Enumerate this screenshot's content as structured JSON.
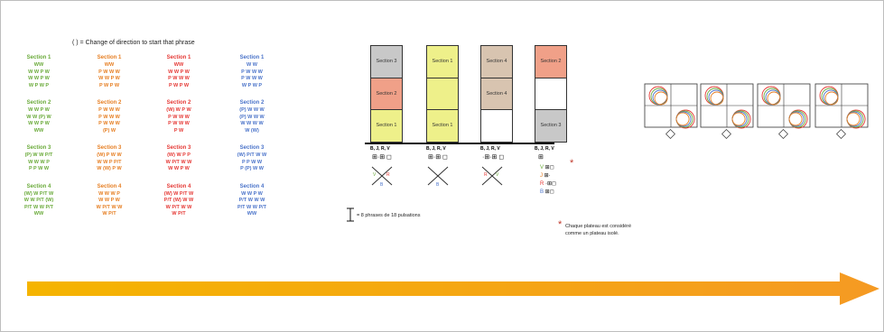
{
  "legend": "( ) = Change of direction to start that phrase",
  "columns": [
    {
      "color": "#6aaa3a",
      "sections": [
        {
          "title": "Section 1",
          "lines": [
            "WW",
            "W W P W",
            "W W P W",
            "W P W P"
          ]
        },
        {
          "title": "Section 2",
          "lines": [
            "W W P W",
            "W W (P) W",
            "W W P W",
            "WW"
          ]
        },
        {
          "title": "Section 3",
          "lines": [
            "(P) W W P/T",
            "W W W P",
            "P P W W"
          ]
        },
        {
          "title": "Section 4",
          "lines": [
            "(W) W P/T W",
            "W W P/T (W)",
            "P/T W W P/T",
            "WW"
          ]
        }
      ]
    },
    {
      "color": "#e67e22",
      "sections": [
        {
          "title": "Section 1",
          "lines": [
            "WW",
            "P W W W",
            "W W P W",
            "P W P W"
          ]
        },
        {
          "title": "Section 2",
          "lines": [
            "P W W W",
            "P W W W",
            "P W W W",
            "(P) W"
          ]
        },
        {
          "title": "Section 3",
          "lines": [
            "(W) P W W",
            "W W P P/T",
            "W (W) P W"
          ]
        },
        {
          "title": "Section 4",
          "lines": [
            "W W W P",
            "W W P W",
            "W P/T W W",
            "W P/T"
          ]
        }
      ]
    },
    {
      "color": "#e53935",
      "sections": [
        {
          "title": "Section 1",
          "lines": [
            "WW",
            "W W P W",
            "P W W W",
            "P W P W"
          ]
        },
        {
          "title": "Section 2",
          "lines": [
            "(W) W P W",
            "P W W W",
            "P W W W",
            "P W"
          ]
        },
        {
          "title": "Section 3",
          "lines": [
            "(W) W P P",
            "W P/T W W",
            "W W P W"
          ]
        },
        {
          "title": "Section 4",
          "lines": [
            "(W) W P/T W",
            "P/T (W) W W",
            "W P/T W W",
            "W P/T"
          ]
        }
      ]
    },
    {
      "color": "#4a73c9",
      "sections": [
        {
          "title": "Section 1",
          "lines": [
            "W W",
            "P W W W",
            "P W W W",
            "W P W P"
          ]
        },
        {
          "title": "Section 2",
          "lines": [
            "(P) W W W",
            "(P) W W W",
            "W W W W",
            "W (W)"
          ]
        },
        {
          "title": "Section 3",
          "lines": [
            "(W) P/T W W",
            "P P W W",
            "P (P) W W"
          ]
        },
        {
          "title": "Section 4",
          "lines": [
            "W W P W",
            "P/T W W W",
            "P/T W W P/T",
            "WW"
          ]
        }
      ]
    }
  ],
  "stacks": [
    {
      "cells": [
        {
          "label": "Section 3",
          "fill": "#c8c8c8"
        },
        {
          "label": "Section 2",
          "fill": "#f0a088"
        },
        {
          "label": "Section 1",
          "fill": "#eef08a"
        }
      ]
    },
    {
      "cells": [
        {
          "label": "Section 1",
          "fill": "#eef08a"
        },
        {
          "label": "",
          "fill": "#eef08a"
        },
        {
          "label": "Section 1",
          "fill": "#eef08a"
        }
      ]
    },
    {
      "cells": [
        {
          "label": "Section 4",
          "fill": "#d8c4b0"
        },
        {
          "label": "Section 4",
          "fill": "#d8c4b0"
        },
        {
          "label": "",
          "fill": "#ffffff"
        }
      ]
    },
    {
      "cells": [
        {
          "label": "Section 2",
          "fill": "#f0a088"
        },
        {
          "label": "",
          "fill": "#ffffff"
        },
        {
          "label": "Section 3",
          "fill": "#c8c8c8"
        }
      ]
    }
  ],
  "dir_labels": [
    "B, J, R, V",
    "B, J, R, V",
    "B, J, R, V",
    "B, J, R, V"
  ],
  "scale_note": "= 8 phrases de 18 pulsations",
  "footnote_line1": "Chaque plateau est considéré",
  "footnote_line2": "comme un plateau isolé.",
  "side_letters": [
    "V",
    "J",
    "R",
    "B"
  ],
  "colors": {
    "green": "#6aaa3a",
    "orange": "#e67e22",
    "red": "#e53935",
    "blue": "#4a73c9",
    "arrow": "#f5a623"
  }
}
